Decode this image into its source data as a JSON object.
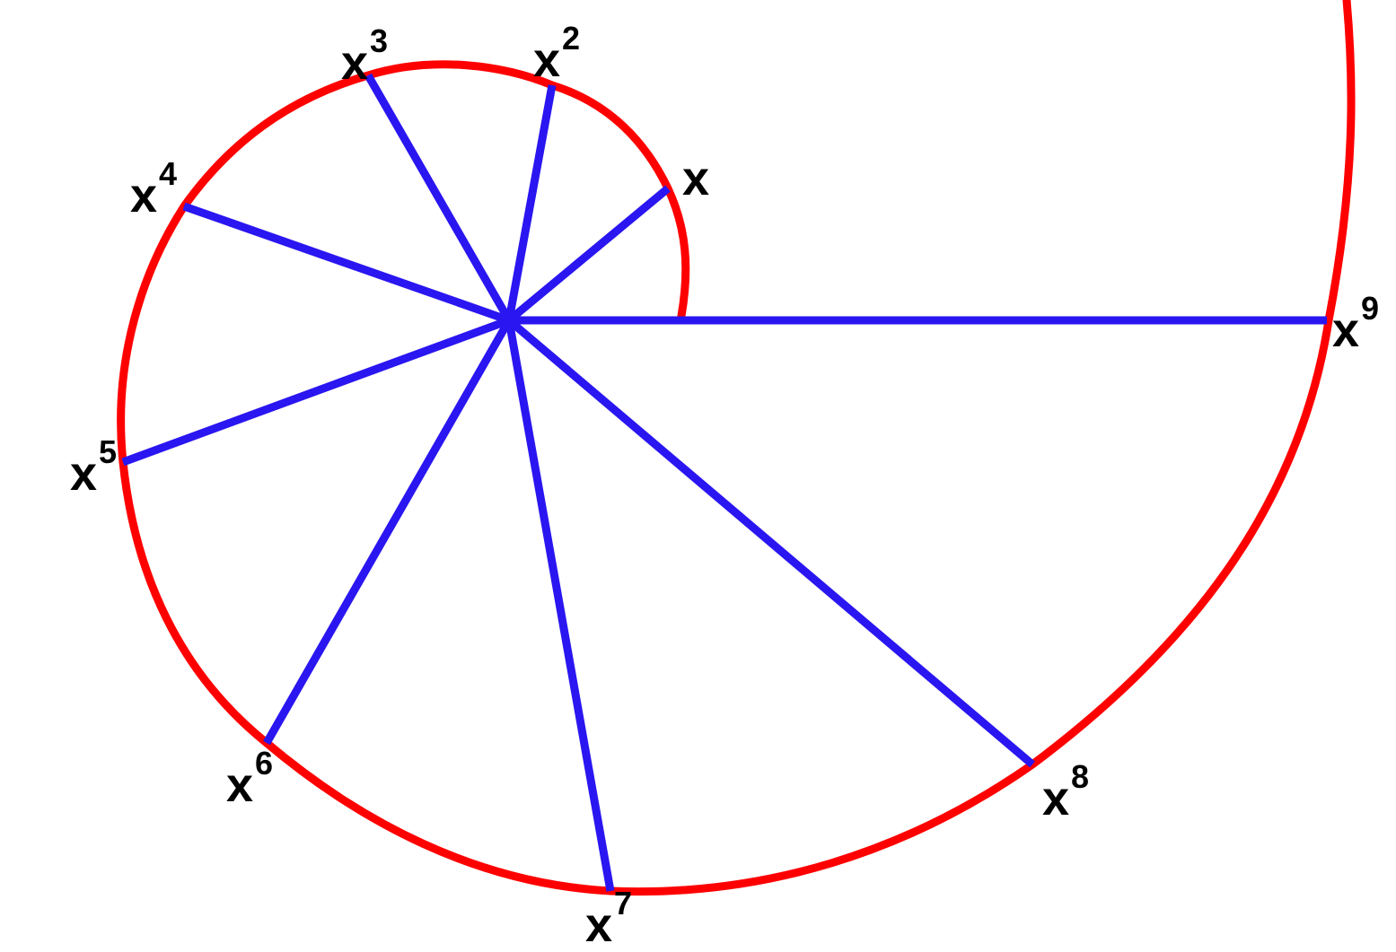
{
  "colors": {
    "spiral": "#ff0000",
    "spokes": "#2a16f0",
    "labels": "#000000",
    "background": "#ffffff"
  },
  "points": [
    {
      "base": "x",
      "exp": ""
    },
    {
      "base": "x",
      "exp": "2"
    },
    {
      "base": "x",
      "exp": "3"
    },
    {
      "base": "x",
      "exp": "4"
    },
    {
      "base": "x",
      "exp": "5"
    },
    {
      "base": "x",
      "exp": "6"
    },
    {
      "base": "x",
      "exp": "7"
    },
    {
      "base": "x",
      "exp": "8"
    },
    {
      "base": "x",
      "exp": "9"
    }
  ]
}
